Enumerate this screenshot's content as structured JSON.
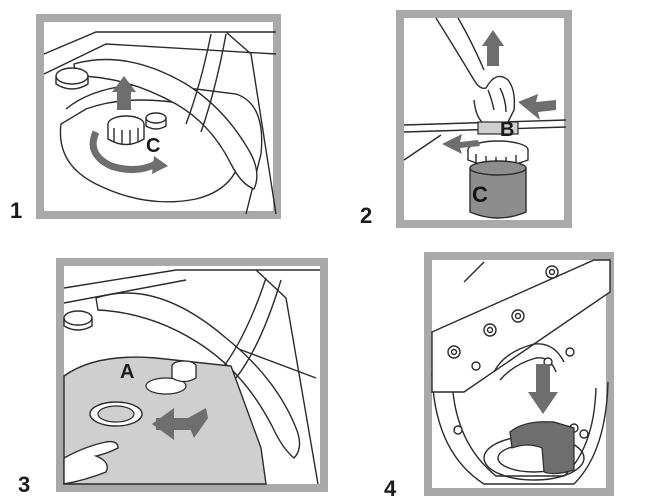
{
  "steps": [
    {
      "number": "1",
      "label": "C"
    },
    {
      "number": "2",
      "labels": [
        "B",
        "C"
      ]
    },
    {
      "number": "3",
      "label": "A"
    },
    {
      "number": "4"
    }
  ],
  "colors": {
    "frame": "#a9a9a9",
    "line": "#2b2b2b",
    "arrow": "#6e6e6e",
    "plate": "#cfcfcf",
    "part": "#8d8d8d"
  }
}
